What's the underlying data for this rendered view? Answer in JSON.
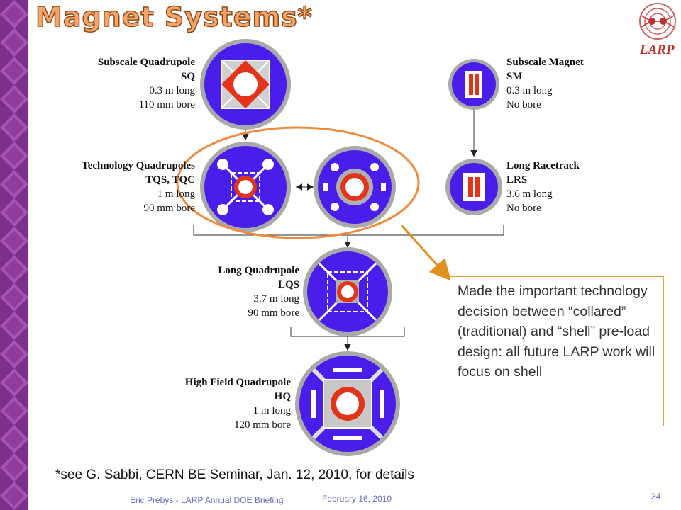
{
  "slide": {
    "title": "Magnet Systems*",
    "footnote": "*see G. Sabbi, CERN BE Seminar, Jan. 12, 2010, for details",
    "footer_author": "Eric Prebys - LARP Annual DOE Briefing",
    "footer_date": "February 16, 2010",
    "page_number": "34",
    "logo_text": "LARP"
  },
  "labels": {
    "sq": {
      "name": "Subscale Quadrupole",
      "code": "SQ",
      "length": "0.3 m long",
      "bore": "110 mm bore"
    },
    "tq": {
      "name": "Technology Quadrupoles",
      "code": "TQS, TQC",
      "length": "1 m long",
      "bore": "90 mm bore"
    },
    "lq": {
      "name": "Long Quadrupole",
      "code": "LQS",
      "length": "3.7 m long",
      "bore": "90 mm bore"
    },
    "hq": {
      "name": "High Field Quadrupole",
      "code": "HQ",
      "length": "1 m long",
      "bore": "120 mm bore"
    },
    "sm": {
      "name": "Subscale Magnet",
      "code": "SM",
      "length": "0.3 m long",
      "bore": "No bore"
    },
    "lrs": {
      "name": "Long Racetrack",
      "code": "LRS",
      "length": "3.6 m long",
      "bore": "No bore"
    }
  },
  "callout": {
    "text": "Made the important technology decision between “collared” (traditional) and “shell” pre-load design: all future LARP work will focus on shell"
  },
  "colors": {
    "magnet_blue": "#4a1eea",
    "shell_gray": "#a9a9a9",
    "coil_red": "#e2331b",
    "highlight_orange": "#f08a3c",
    "sidebar_purple": "#8e3d9c"
  }
}
